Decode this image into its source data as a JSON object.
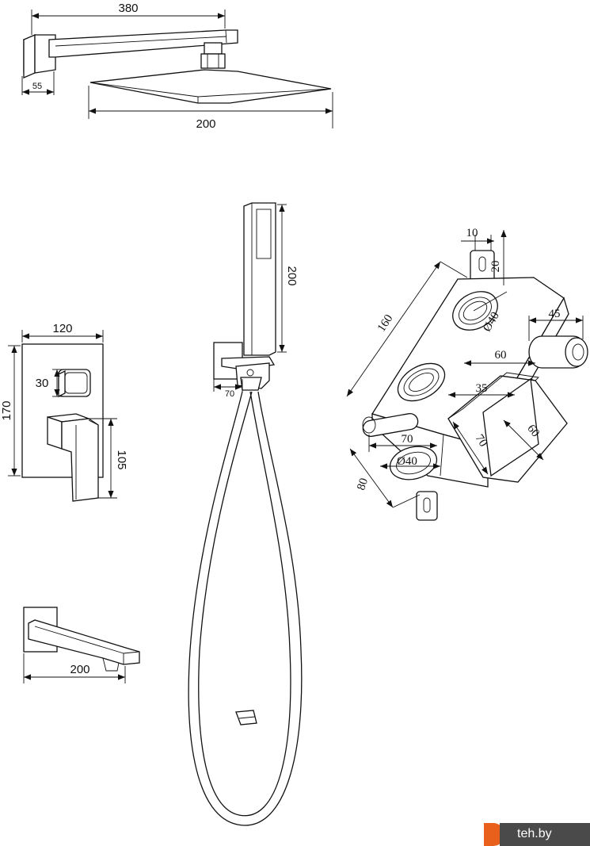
{
  "dimensions": {
    "arm_length": "380",
    "arm_flange": "55",
    "head_width": "200",
    "hand_shower_length": "200",
    "holder_width": "70",
    "mixer_width": "120",
    "mixer_height": "170",
    "knob_size": "30",
    "lever_height": "105",
    "spout_length": "200",
    "box_tab_width": "10",
    "box_tab_height": "20",
    "box_length": "160",
    "box_port_diameter_top": "Ø40",
    "box_stub_length": "45",
    "box_offset_60": "60",
    "box_offset_35": "35",
    "box_cube_70": "70",
    "box_cube_60": "60",
    "box_side_70": "70",
    "box_port_diameter_bottom": "Ø40",
    "box_depth": "80"
  },
  "watermark": {
    "text": "teh.by"
  }
}
